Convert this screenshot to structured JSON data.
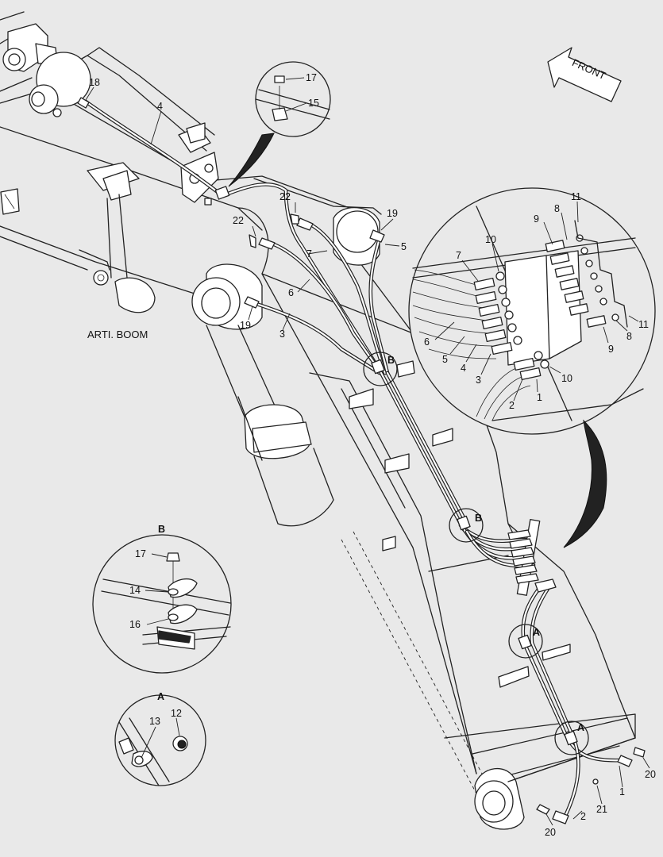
{
  "diagram": {
    "direction_label": "FRONT",
    "part_label": "ARTI. BOOM",
    "callouts": [
      {
        "id": "c18",
        "text": "18"
      },
      {
        "id": "c4",
        "text": "4"
      },
      {
        "id": "c17",
        "text": "17"
      },
      {
        "id": "c15",
        "text": "15"
      },
      {
        "id": "c22a",
        "text": "22"
      },
      {
        "id": "c22b",
        "text": "22"
      },
      {
        "id": "c19a",
        "text": "19"
      },
      {
        "id": "c5",
        "text": "5"
      },
      {
        "id": "c7",
        "text": "7"
      },
      {
        "id": "c6",
        "text": "6"
      },
      {
        "id": "c19b",
        "text": "19"
      },
      {
        "id": "c3",
        "text": "3"
      },
      {
        "id": "d11a",
        "text": "11"
      },
      {
        "id": "d8a",
        "text": "8"
      },
      {
        "id": "d9a",
        "text": "9"
      },
      {
        "id": "d10a",
        "text": "10"
      },
      {
        "id": "d7",
        "text": "7"
      },
      {
        "id": "d6",
        "text": "6"
      },
      {
        "id": "d5",
        "text": "5"
      },
      {
        "id": "d4",
        "text": "4"
      },
      {
        "id": "d3",
        "text": "3"
      },
      {
        "id": "d2",
        "text": "2"
      },
      {
        "id": "d1",
        "text": "1"
      },
      {
        "id": "d10b",
        "text": "10"
      },
      {
        "id": "d9b",
        "text": "9"
      },
      {
        "id": "d8b",
        "text": "8"
      },
      {
        "id": "d11b",
        "text": "11"
      },
      {
        "id": "bB_title",
        "text": "B"
      },
      {
        "id": "b17",
        "text": "17"
      },
      {
        "id": "b14",
        "text": "14"
      },
      {
        "id": "b16",
        "text": "16"
      },
      {
        "id": "aA_title",
        "text": "A"
      },
      {
        "id": "a13",
        "text": "13"
      },
      {
        "id": "a12",
        "text": "12"
      },
      {
        "id": "m1",
        "text": "1"
      },
      {
        "id": "m2",
        "text": "2"
      },
      {
        "id": "m20a",
        "text": "20"
      },
      {
        "id": "m20b",
        "text": "20"
      },
      {
        "id": "m21",
        "text": "21"
      }
    ],
    "section_markers": [
      {
        "id": "mB1",
        "text": "B"
      },
      {
        "id": "mB2",
        "text": "B"
      },
      {
        "id": "mA1",
        "text": "A"
      },
      {
        "id": "mA2",
        "text": "A"
      }
    ]
  }
}
